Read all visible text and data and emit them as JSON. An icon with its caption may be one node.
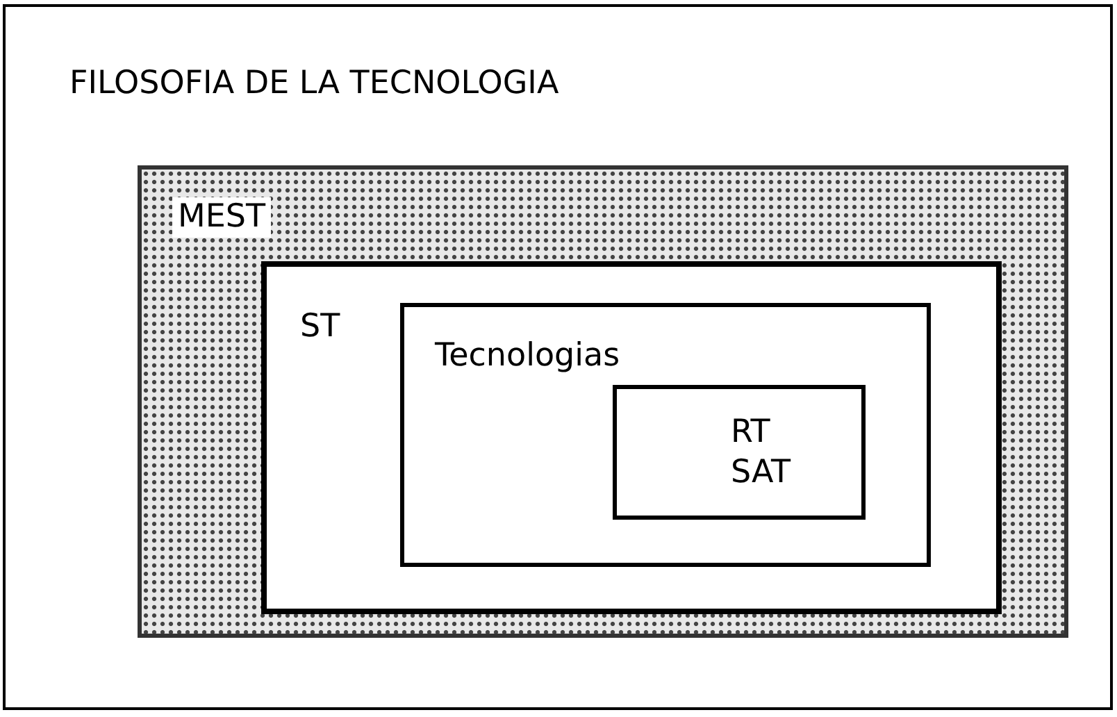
{
  "diagram": {
    "nodes": [
      {
        "text": [
          "FILOSOFIA DE LA TECNOLOGIA"
        ]
      },
      {
        "text": [
          "MEST"
        ],
        "in": 0
      },
      {
        "text": [
          "ST"
        ],
        "in": 1
      },
      {
        "text": [
          "Tecnologias"
        ],
        "in": 2
      },
      {
        "text": [
          "RT",
          "SAT"
        ],
        "in": 3
      }
    ]
  }
}
